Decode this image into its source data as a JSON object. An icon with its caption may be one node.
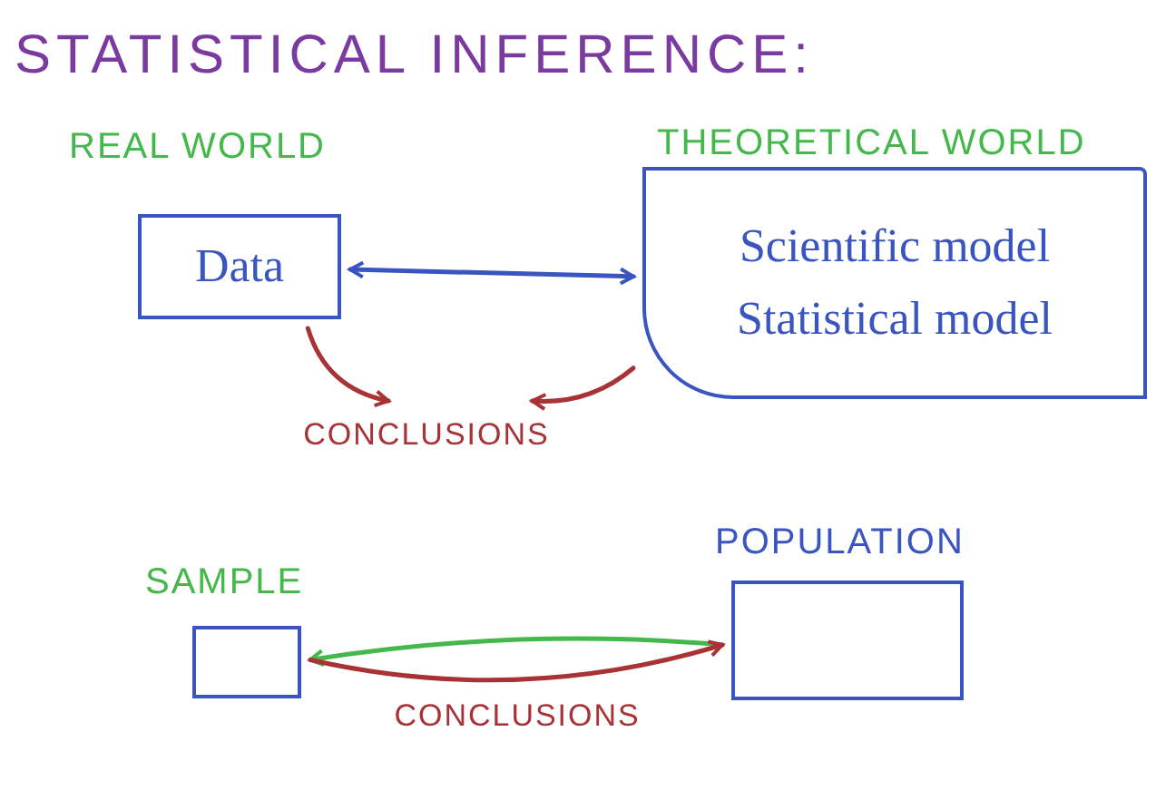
{
  "diagram": {
    "title": "STATISTICAL INFERENCE:",
    "nodes": [
      {
        "text": [
          "REAL WORLD",
          "Data"
        ]
      },
      {
        "text": [
          "THEORETICAL WORLD",
          "Scientific model",
          "Statistical model"
        ]
      },
      {
        "text": [
          "CONCLUSIONS"
        ]
      },
      {
        "text": [
          "SAMPLE"
        ]
      },
      {
        "text": [
          "POPULATION"
        ]
      }
    ],
    "edges": [
      {
        "from": 0,
        "to": 1,
        "arrow": "both",
        "color": "#3a55c0"
      },
      {
        "from": 0,
        "to": 2,
        "arrow": "to",
        "color": "#a83236"
      },
      {
        "from": 1,
        "to": 2,
        "arrow": "to",
        "color": "#a83236"
      },
      {
        "from": 4,
        "to": 3,
        "arrow": "to",
        "color": "#44b84a"
      },
      {
        "from": 3,
        "to": 4,
        "arrow": "to",
        "label": "CONCLUSIONS",
        "color": "#a83236"
      }
    ]
  }
}
